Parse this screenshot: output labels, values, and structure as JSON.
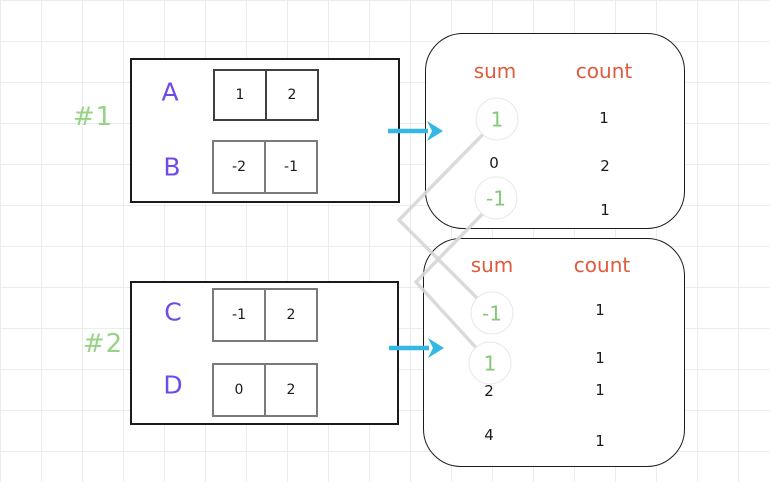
{
  "colors": {
    "accent_purple": "#6e4ae6",
    "label_green": "#97d387",
    "header_orange": "#e05a3c",
    "highlight_green": "#84c979",
    "arrow_blue": "#35b7e3",
    "connector_gray": "#d6d6d6"
  },
  "examples": [
    {
      "label": "#1",
      "arrays": [
        {
          "name": "A",
          "values": [
            "1",
            "2"
          ]
        },
        {
          "name": "B",
          "values": [
            "-2",
            "-1"
          ]
        }
      ],
      "result": {
        "sum_header": "sum",
        "count_header": "count",
        "rows": [
          {
            "sum": "1",
            "count": "1",
            "highlighted": true
          },
          {
            "sum": "0",
            "count": "2",
            "highlighted": false
          },
          {
            "sum": "-1",
            "count": "1",
            "highlighted": true
          }
        ]
      }
    },
    {
      "label": "#2",
      "arrays": [
        {
          "name": "C",
          "values": [
            "-1",
            "2"
          ]
        },
        {
          "name": "D",
          "values": [
            "0",
            "2"
          ]
        }
      ],
      "result": {
        "sum_header": "sum",
        "count_header": "count",
        "rows": [
          {
            "sum": "-1",
            "count": "1",
            "highlighted": true
          },
          {
            "sum": "1",
            "count": "1",
            "highlighted": true
          },
          {
            "sum": "2",
            "count": "1",
            "highlighted": false
          },
          {
            "sum": "4",
            "count": "1",
            "highlighted": false
          }
        ]
      }
    }
  ]
}
